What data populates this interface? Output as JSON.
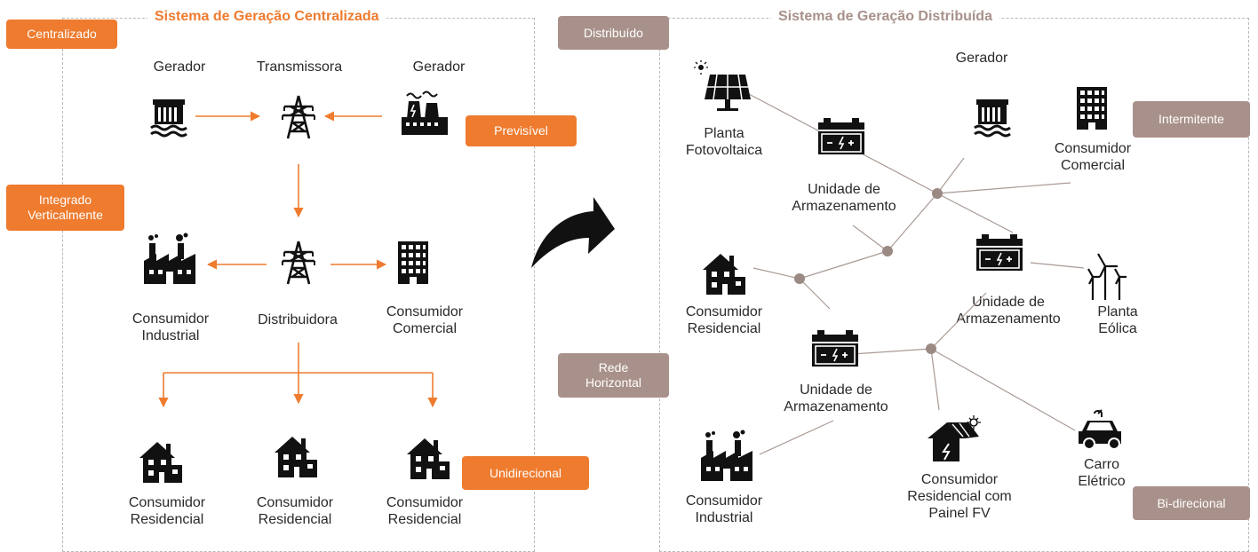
{
  "centralized": {
    "title": "Sistema de Geração Centralizada",
    "badges": {
      "centralizado": "Centralizado",
      "integrado_1": "Integrado",
      "integrado_2": "Verticalmente",
      "previsivel": "Previsível",
      "unidirecional": "Unidirecional"
    },
    "labels": {
      "gerador_left": "Gerador",
      "transmissora": "Transmissora",
      "gerador_right": "Gerador",
      "consumidor_industrial_1": "Consumidor",
      "consumidor_industrial_2": "Industrial",
      "distribuidora": "Distribuidora",
      "consumidor_comercial_1": "Consumidor",
      "consumidor_comercial_2": "Comercial",
      "residencial_1a": "Consumidor",
      "residencial_1b": "Residencial",
      "residencial_2a": "Consumidor",
      "residencial_2b": "Residencial",
      "residencial_3a": "Consumidor",
      "residencial_3b": "Residencial"
    }
  },
  "distributed": {
    "title": "Sistema de Geração Distribuída",
    "badges": {
      "distribuido": "Distribuído",
      "intermitente": "Intermitente",
      "rede_1": "Rede",
      "rede_2": "Horizontal",
      "bidirecional": "Bi-direcional"
    },
    "labels": {
      "planta_fv_1": "Planta",
      "planta_fv_2": "Fotovoltaica",
      "gerador": "Gerador",
      "comercial_1": "Consumidor",
      "comercial_2": "Comercial",
      "unidade_a_1": "Unidade de",
      "unidade_a_2": "Armazenamento",
      "unidade_b_1": "Unidade de",
      "unidade_b_2": "Armazenamento",
      "unidade_c_1": "Unidade de",
      "unidade_c_2": "Armazenamento",
      "residencial_1": "Consumidor",
      "residencial_2": "Residencial",
      "eolica_1": "Planta",
      "eolica_2": "Eólica",
      "industrial_1": "Consumidor",
      "industrial_2": "Industrial",
      "painel_1": "Consumidor",
      "painel_2": "Residencial com",
      "painel_3": "Painel FV",
      "carro_1": "Carro",
      "carro_2": "Elétrico"
    }
  },
  "colors": {
    "orange": "#ee7b2e",
    "taupe": "#a8918a",
    "node": "#9b8a84",
    "edge": "#a89a95",
    "arrow": "#ee7b2e"
  }
}
